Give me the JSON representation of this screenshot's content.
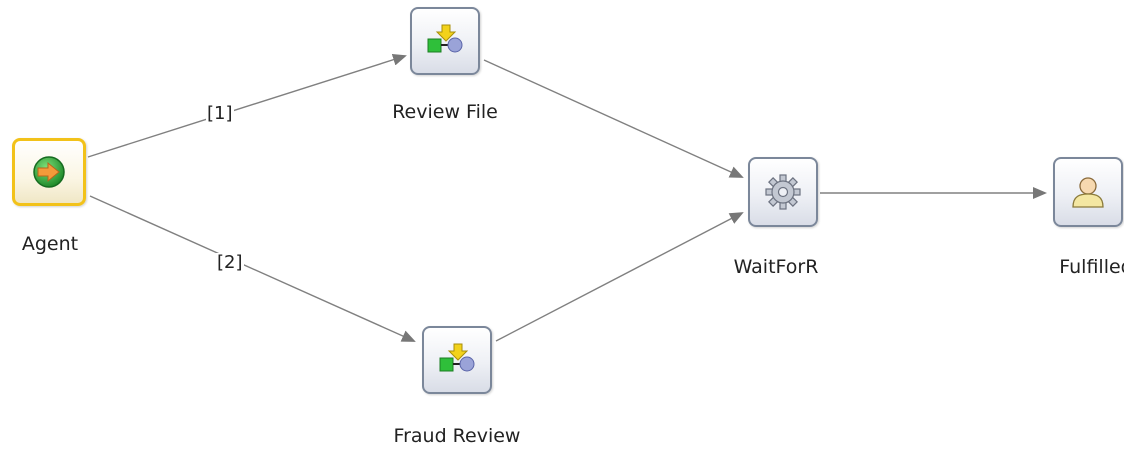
{
  "diagram": {
    "nodes": {
      "agent": {
        "label": "Agent",
        "icon": "start-icon"
      },
      "review_file": {
        "label": "Review File",
        "icon": "task-icon"
      },
      "fraud_review": {
        "label": "Fraud Review",
        "icon": "task-icon"
      },
      "wait_for": {
        "label": "WaitForR",
        "icon": "gear-icon"
      },
      "fulfilled": {
        "label": "Fulfilled",
        "icon": "user-icon"
      }
    },
    "edges": {
      "agent_to_review_file": {
        "label": "[1]"
      },
      "agent_to_fraud_review": {
        "label": "[2]"
      }
    },
    "colors": {
      "edge": "#808080",
      "arrowhead": "#777777",
      "selection": "#f2c21a",
      "node_border": "#7b879a"
    }
  }
}
